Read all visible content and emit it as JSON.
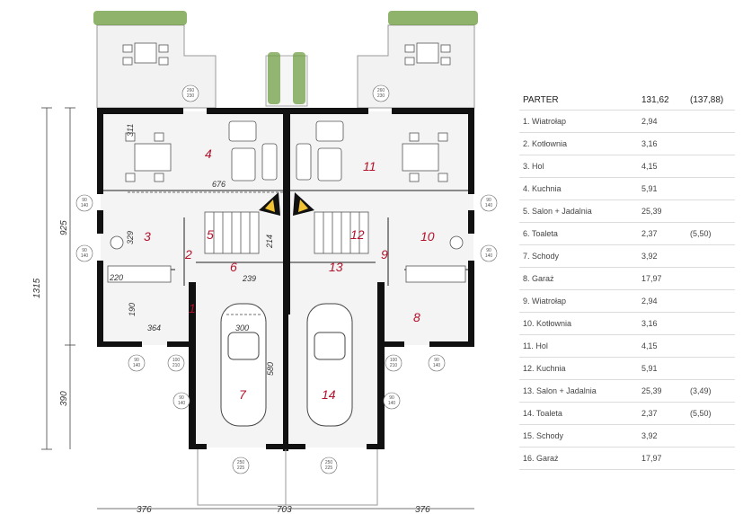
{
  "colors": {
    "wall": "#111111",
    "room_number": "#b3122b",
    "plant": "#6a9a3a",
    "floor": "#f2f2f2"
  },
  "plan": {
    "rooms": [
      {
        "id": "1",
        "label": "1"
      },
      {
        "id": "2",
        "label": "2"
      },
      {
        "id": "3",
        "label": "3"
      },
      {
        "id": "4",
        "label": "4"
      },
      {
        "id": "5",
        "label": "5"
      },
      {
        "id": "6",
        "label": "6"
      },
      {
        "id": "7",
        "label": "7"
      },
      {
        "id": "8",
        "label": "8"
      },
      {
        "id": "9",
        "label": "9"
      },
      {
        "id": "10",
        "label": "10"
      },
      {
        "id": "11",
        "label": "11"
      },
      {
        "id": "12",
        "label": "12"
      },
      {
        "id": "13",
        "label": "13"
      },
      {
        "id": "14",
        "label": "14"
      }
    ],
    "dimensions": {
      "d676": "676",
      "d311": "311",
      "d329": "329",
      "d220": "220",
      "d190": "190",
      "d364": "364",
      "d300": "300",
      "d580": "580",
      "d214": "214",
      "d239": "239",
      "d925": "925",
      "d1315": "1315",
      "d390": "390",
      "d376_left": "376",
      "d703": "703",
      "d376_right": "376"
    },
    "badges": {
      "b1": [
        "260",
        "230"
      ],
      "b2": [
        "260",
        "230"
      ],
      "b3": [
        "90",
        "140"
      ],
      "b4": [
        "90",
        "140"
      ],
      "b5": [
        "90",
        "140"
      ],
      "b6": [
        "90",
        "140"
      ],
      "b7": [
        "90",
        "140"
      ],
      "b8": [
        "100",
        "210"
      ],
      "b9": [
        "100",
        "210"
      ],
      "b10": [
        "90",
        "140"
      ],
      "b11": [
        "90",
        "140"
      ],
      "b12": [
        "90",
        "140"
      ],
      "b13": [
        "250",
        "225"
      ],
      "b14": [
        "250",
        "225"
      ]
    }
  },
  "table": {
    "header": {
      "name": "PARTER",
      "area": "131,62",
      "extra": "(137,88)"
    },
    "rows": [
      {
        "name": "1. Wiatrołap",
        "area": "2,94",
        "extra": ""
      },
      {
        "name": "2. Kotłownia",
        "area": "3,16",
        "extra": ""
      },
      {
        "name": "3. Hol",
        "area": "4,15",
        "extra": ""
      },
      {
        "name": "4. Kuchnia",
        "area": "5,91",
        "extra": ""
      },
      {
        "name": "5. Salon + Jadalnia",
        "area": "25,39",
        "extra": ""
      },
      {
        "name": "6. Toaleta",
        "area": "2,37",
        "extra": "(5,50)"
      },
      {
        "name": "7. Schody",
        "area": "3,92",
        "extra": ""
      },
      {
        "name": "8. Garaż",
        "area": "17,97",
        "extra": ""
      },
      {
        "name": "9. Wiatrołap",
        "area": "2,94",
        "extra": ""
      },
      {
        "name": "10. Kotłownia",
        "area": "3,16",
        "extra": ""
      },
      {
        "name": "11. Hol",
        "area": "4,15",
        "extra": ""
      },
      {
        "name": "12. Kuchnia",
        "area": "5,91",
        "extra": ""
      },
      {
        "name": "13. Salon + Jadalnia",
        "area": "25,39",
        "extra": "(3,49)"
      },
      {
        "name": "14. Toaleta",
        "area": "2,37",
        "extra": "(5,50)"
      },
      {
        "name": "15. Schody",
        "area": "3,92",
        "extra": ""
      },
      {
        "name": "16. Garaż",
        "area": "17,97",
        "extra": ""
      }
    ]
  }
}
